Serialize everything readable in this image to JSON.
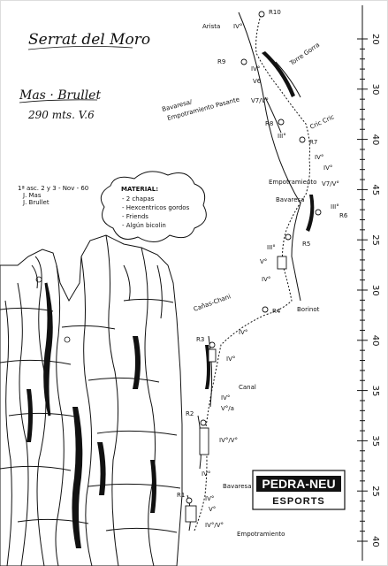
{
  "title": "Serrat del Moro",
  "route": {
    "name": "Mas · Brullet",
    "length": "290 mts. V.6"
  },
  "first_ascent": [
    "1ª asc. 2 y 3 - Nov - 60",
    "J. Mas",
    "J. Brullet"
  ],
  "material": {
    "heading": "MATERIAL:",
    "items": [
      "- 2 chapas",
      "- Hexcentricos gordos",
      "- Friends",
      "- Algún bicolin"
    ]
  },
  "labels": {
    "summit": "R10",
    "arista": "Arista",
    "r9": "R9",
    "iv_top": "IV°",
    "v6": "V6",
    "iv_r9": "IV°",
    "torre_gorra": "Torre Gorra",
    "bavaresa_emp_1": "Bavaresa/",
    "bavaresa_emp_2": "Empotramiento Pasante",
    "v7v": "V7/V°",
    "r8": "R8",
    "crac": "Cric Cric",
    "r7": "R7",
    "iii_r8": "III°",
    "iv_r7": "IV°",
    "iv_r7b": "IV°",
    "empotramiento_mid": "Empotramiento",
    "v7v_mid": "V7/V°",
    "bavaresa_mid": "Bavaresa",
    "iii_mid": "III°",
    "r6": "R6",
    "r5": "R5",
    "iii_r5": "III°",
    "v_r5": "V°",
    "iv_r4": "IV°",
    "r4": "R4",
    "borinot": "Borinot",
    "canas_chani": "Cañas-Chani",
    "iv_r3": "IV°",
    "r3": "R3",
    "iv_r3b": "IV°",
    "canal": "Canal",
    "iv_canal": "IV°",
    "via": "V°/a",
    "r2": "R2",
    "ivv": "IV°/V°",
    "iv_r2": "IV°",
    "r1": "R1",
    "iv_r1": "IV°",
    "bavaresa_low": "Bavaresa",
    "v_r1": "V°",
    "ivv_low": "IV°/V°",
    "empotramiento_low": "Empotramiento"
  },
  "scale_marks": [
    "20",
    "30",
    "40",
    "45",
    "25",
    "30",
    "40",
    "35",
    "35",
    "25",
    "40"
  ],
  "logo": {
    "brand": "PEDRA-NEU",
    "sub": "ESPORTS"
  }
}
